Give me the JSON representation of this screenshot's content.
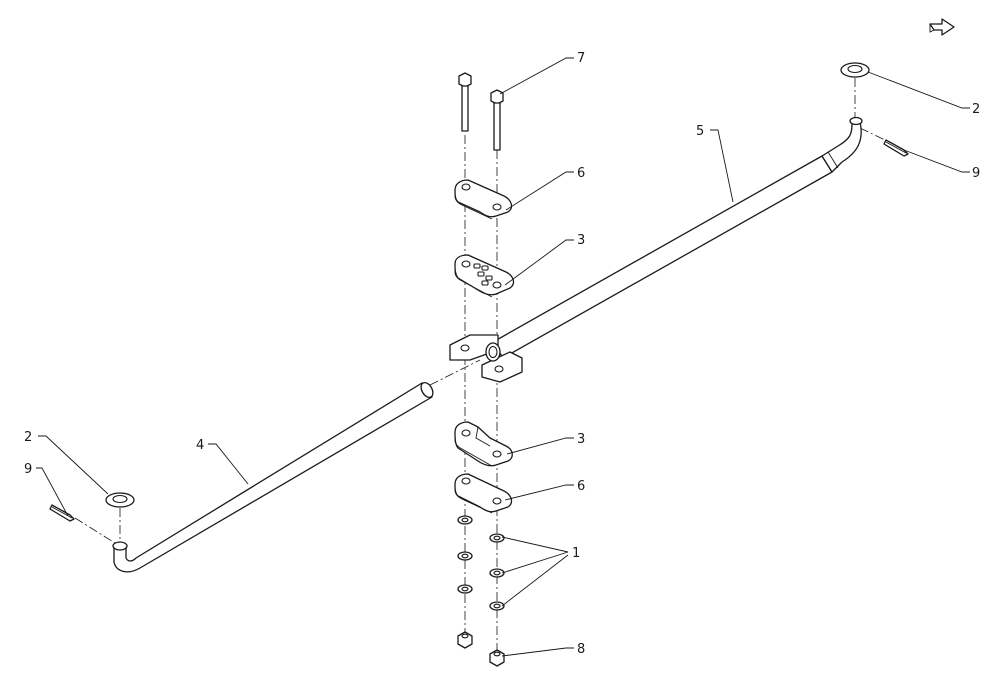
{
  "diagram": {
    "callouts": [
      {
        "id": "c7",
        "label": "7"
      },
      {
        "id": "c2r",
        "label": "2"
      },
      {
        "id": "c5",
        "label": "5"
      },
      {
        "id": "c9r",
        "label": "9"
      },
      {
        "id": "c6t",
        "label": "6"
      },
      {
        "id": "c3t",
        "label": "3"
      },
      {
        "id": "c2l",
        "label": "2"
      },
      {
        "id": "c9l",
        "label": "9"
      },
      {
        "id": "c4",
        "label": "4"
      },
      {
        "id": "c3b",
        "label": "3"
      },
      {
        "id": "c6b",
        "label": "6"
      },
      {
        "id": "c1",
        "label": "1"
      },
      {
        "id": "c8",
        "label": "8"
      }
    ],
    "nav_icon": "arrow-icon"
  }
}
